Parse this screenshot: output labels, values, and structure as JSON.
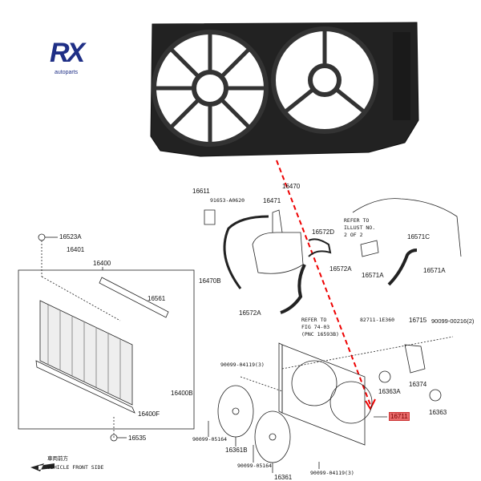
{
  "brand": {
    "name": "RX",
    "tagline": "autoparts",
    "color": "#1f2f86"
  },
  "highlight_color": "#e86a6a",
  "labels": {
    "p16611": "16611",
    "p91653": "91653-A0620",
    "p16471": "16471",
    "p16470": "16470",
    "p16572D": "16572D",
    "refer1": [
      "REFER TO",
      "ILLUST NO.",
      "2 OF 2"
    ],
    "p16571C": "16571C",
    "p16571A_r": "16571A",
    "p16571A_l": "16571A",
    "p16572A_t": "16572A",
    "p16470B": "16470B",
    "p16572A_b": "16572A",
    "p16523A": "16523A",
    "p16401": "16401",
    "p16400": "16400",
    "p16561": "16561",
    "p16400B": "16400B",
    "p16400F": "16400F",
    "p16535": "16535",
    "refer2": [
      "REFER TO",
      "FIG 74-03",
      "(PNC 16593B)"
    ],
    "p82711": "82711-1E360",
    "p16715": "16715",
    "p90099_00216": "90099-00216(2)",
    "p90099_04119_t": "90099-04119(3)",
    "p16363A": "16363A",
    "p16374": "16374",
    "p16363": "16363",
    "p16711": "16711",
    "p90099_05164_l": "90099-05164",
    "p16361B": "16361B",
    "p90099_05164_r": "90099-05164",
    "p16361": "16361",
    "p90099_04119_b": "90099-04119(3)",
    "front_cn": "車両前方",
    "front_en": "VEHICLE FRONT SIDE"
  }
}
